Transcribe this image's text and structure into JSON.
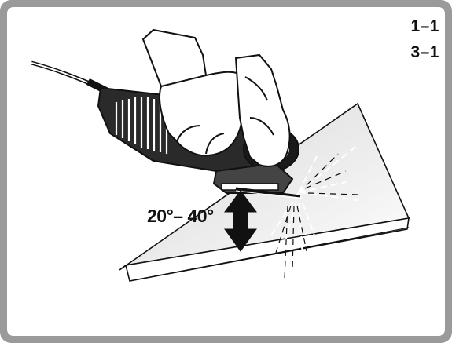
{
  "references": [
    "1–1",
    "3–1"
  ],
  "angle_label": "20°– 40°",
  "colors": {
    "frame": "#9a9a9a",
    "ink": "#111111",
    "surface_shade": "#e4e4e4",
    "background": "#ffffff"
  },
  "icons": {
    "tool": "angle-grinder-icon",
    "hands": "gloved-hands-icon",
    "arrow": "double-arrow-icon"
  }
}
